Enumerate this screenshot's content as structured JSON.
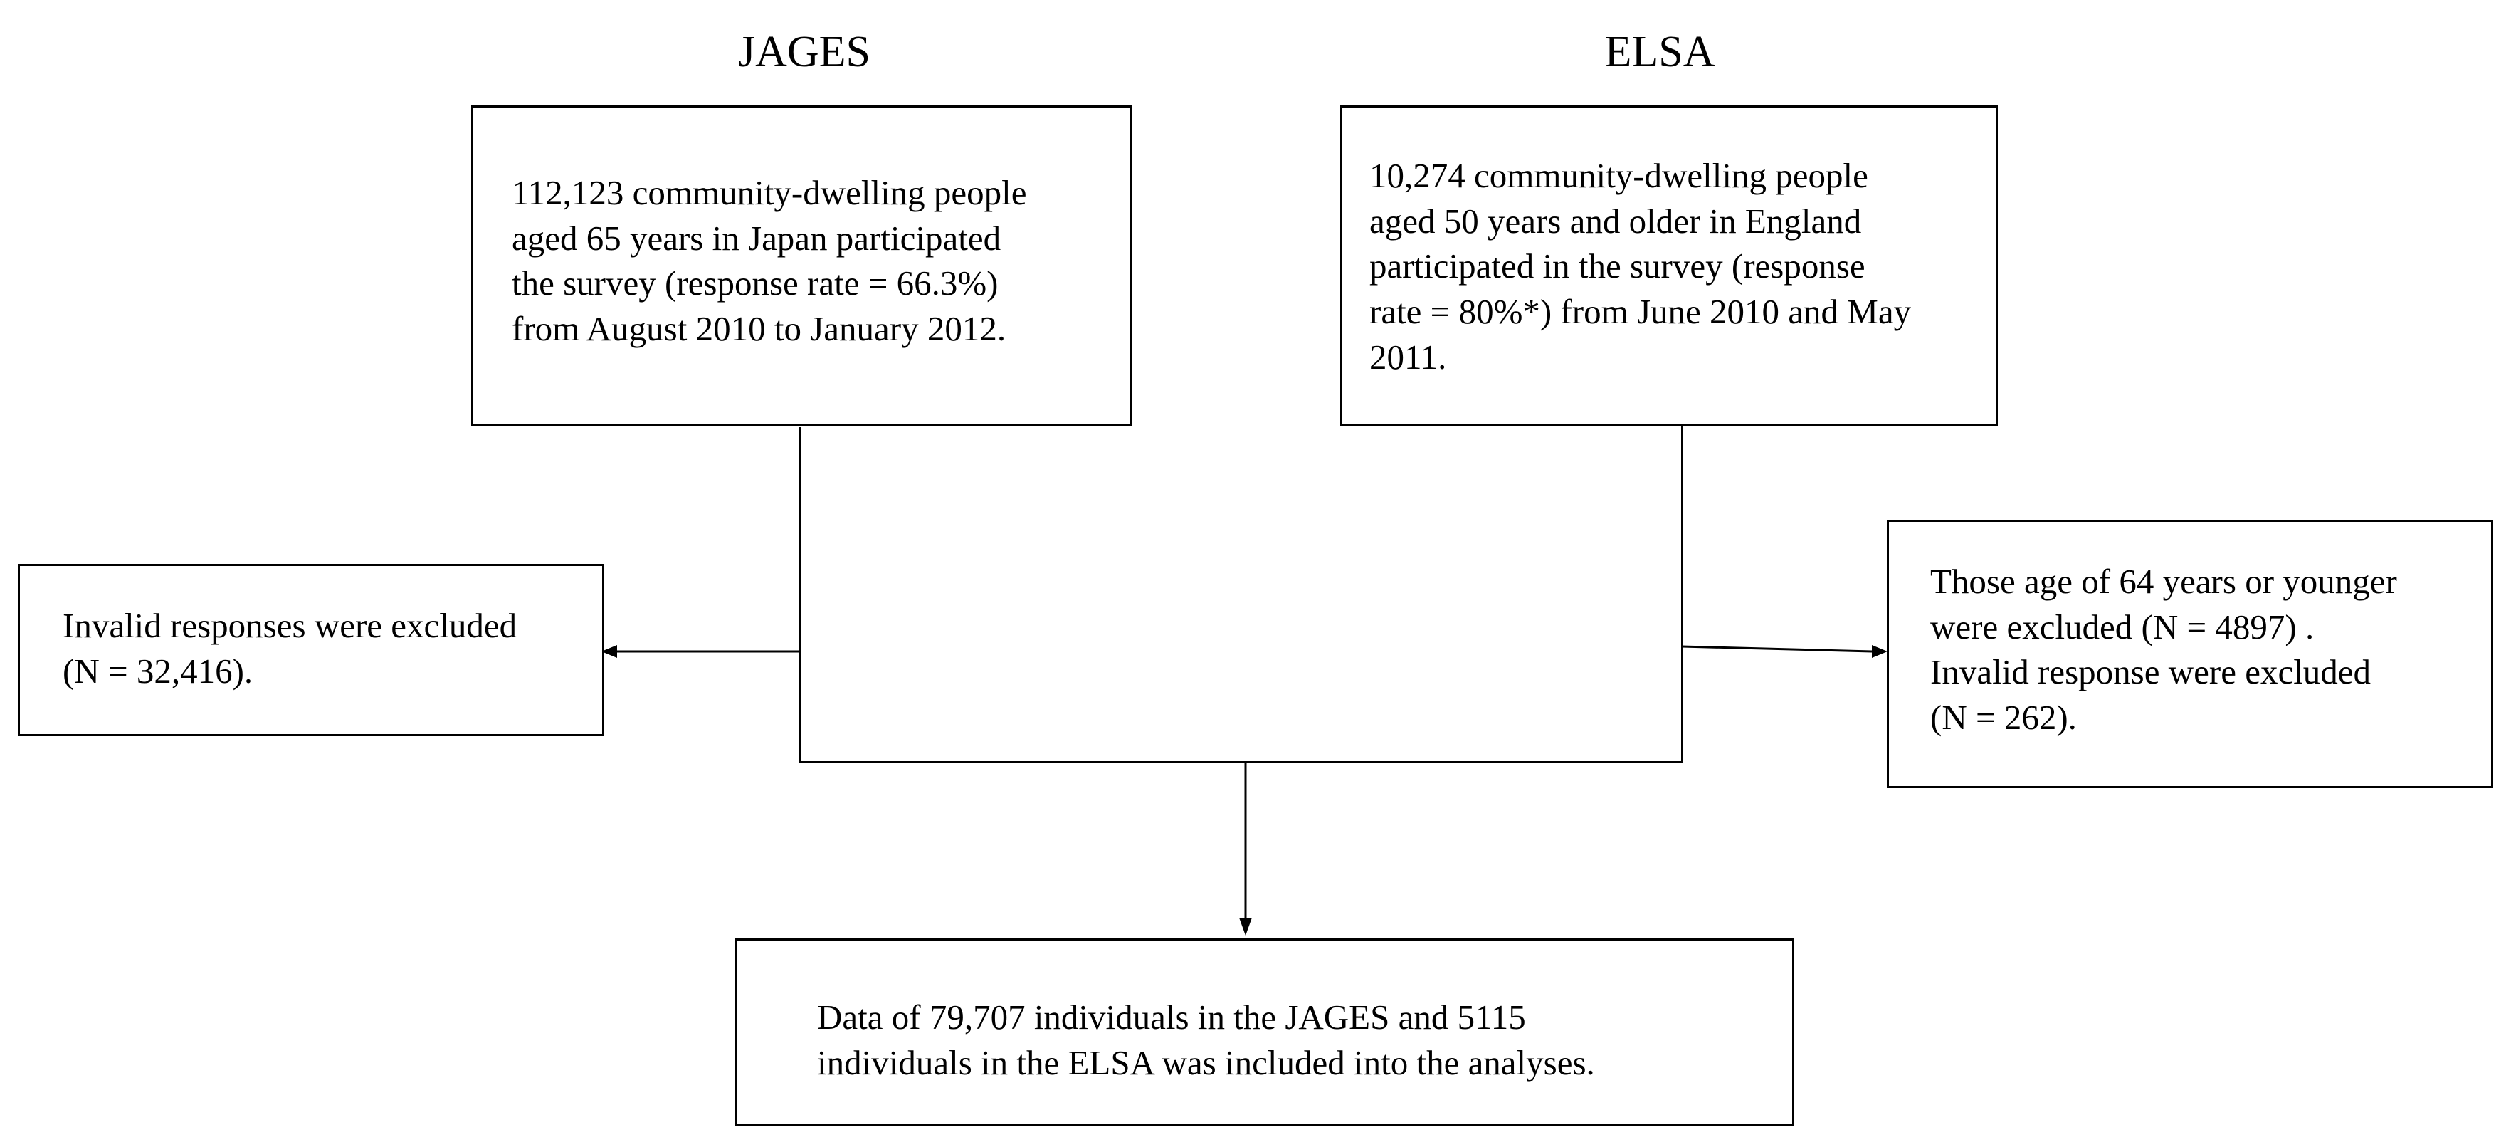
{
  "headings": {
    "left": "JAGES",
    "right": "ELSA"
  },
  "boxes": {
    "jages_source": {
      "lines": [
        "112,123 community-dwelling people",
        "aged 65 years in Japan participated",
        "the survey (response rate = 66.3%)",
        "from August 2010 to January 2012."
      ]
    },
    "elsa_source": {
      "lines": [
        "10,274 community-dwelling people",
        "aged 50 years and older in England",
        "participated in the survey (response",
        "rate = 80%*) from June 2010 and May",
        "2011."
      ]
    },
    "jages_excluded": {
      "lines": [
        "Invalid responses were excluded",
        "(N = 32,416)."
      ]
    },
    "elsa_excluded": {
      "lines": [
        "Those age of 64 years or younger",
        "were excluded (N = 4897) .",
        "Invalid response were excluded",
        "(N = 262)."
      ]
    },
    "final": {
      "lines": [
        "Data of 79,707 individuals in the JAGES and 5115",
        "individuals in the ELSA was included into the analyses."
      ]
    }
  },
  "colors": {
    "line": "#000000",
    "box_border": "#000000",
    "background": "#ffffff",
    "text": "#000000"
  }
}
